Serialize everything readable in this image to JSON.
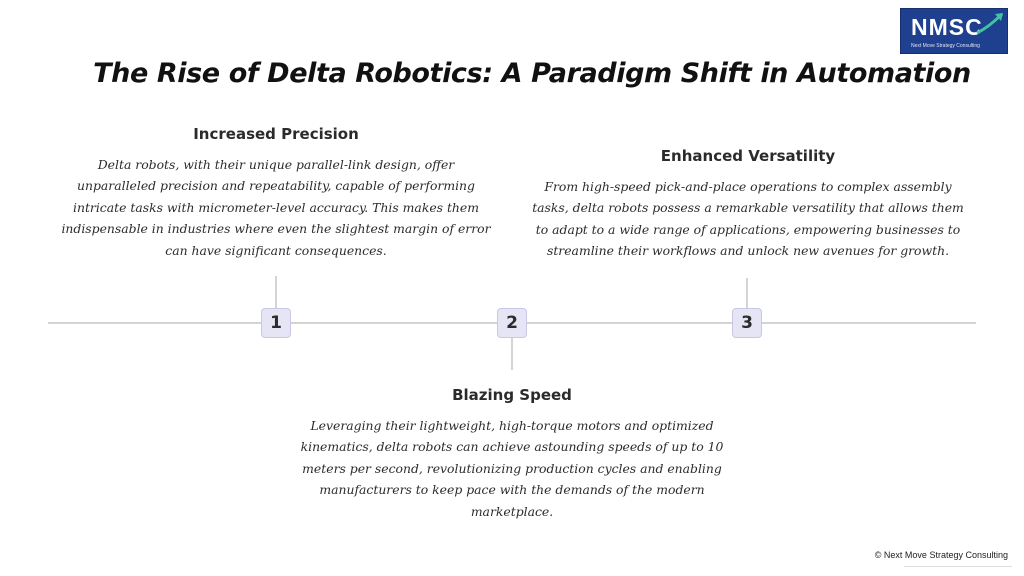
{
  "logo": {
    "mark": "NMSC",
    "tagline": "Next Move Strategy Consulting"
  },
  "title": "The Rise of Delta Robotics: A Paradigm Shift in Automation",
  "milestones": [
    {
      "number": "1",
      "heading": "Increased Precision",
      "body": "Delta robots, with their unique parallel-link design, offer unparalleled precision and repeatability, capable of performing intricate tasks with micrometer-level accuracy. This makes them indispensable in industries where even the slightest margin of error can have significant consequences."
    },
    {
      "number": "2",
      "heading": "Blazing Speed",
      "body": "Leveraging their lightweight, high-torque motors and optimized kinematics, delta robots can achieve astounding speeds of up to 10 meters per second, revolutionizing production cycles and enabling manufacturers to keep pace with the demands of the modern marketplace."
    },
    {
      "number": "3",
      "heading": "Enhanced Versatility",
      "body": "From high-speed pick-and-place operations to complex assembly tasks, delta robots possess a remarkable versatility that allows them to adapt to a wide range of applications, empowering businesses to streamline their workflows and unlock new avenues for growth."
    }
  ],
  "footer": "© Next Move Strategy Consulting",
  "colors": {
    "logo_background": "#1f3f8f",
    "logo_accent": "#3fc3a0",
    "marker_fill": "#e6e5f5",
    "timeline": "#d3d3d8"
  }
}
